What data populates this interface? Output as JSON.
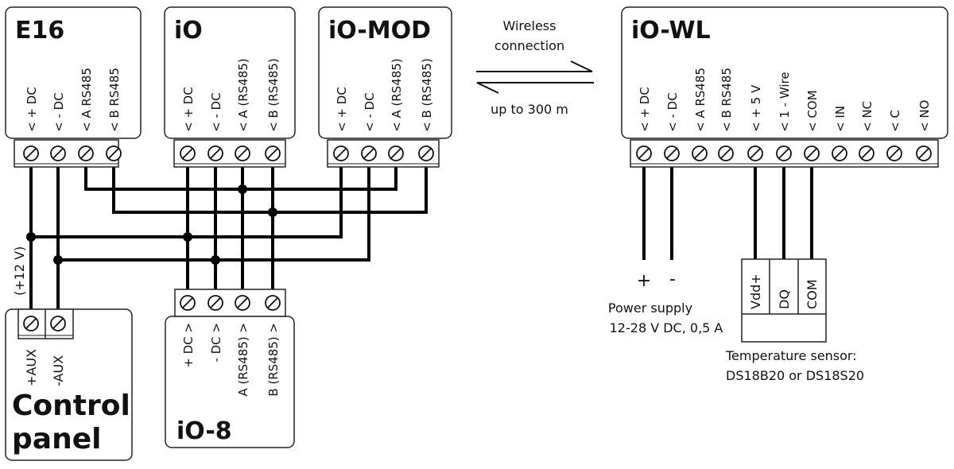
{
  "devices": [
    {
      "id": "e16",
      "title": "E16",
      "terminals": [
        "< + DC",
        "< - DC",
        "< A RS485",
        "< B RS485"
      ]
    },
    {
      "id": "io",
      "title": "iO",
      "terminals": [
        "< + DC",
        "< - DC",
        "< A (RS485)",
        "< B (RS485)"
      ]
    },
    {
      "id": "io-mod",
      "title": "iO-MOD",
      "terminals": [
        "< + DC",
        "< - DC",
        "< A (RS485)",
        "< B (RS485)"
      ]
    },
    {
      "id": "io-wl",
      "title": "iO-WL",
      "terminals": [
        "< + DC",
        "< - DC",
        "< A RS485",
        "< B RS485",
        "< + 5 V",
        "< 1 - Wire",
        "< COM",
        "< IN",
        "< NC",
        "< C",
        "< NO"
      ]
    },
    {
      "id": "io-8",
      "title": "iO-8",
      "terminals": [
        "+ DC >",
        "- DC >",
        "A (RS485) >",
        "B (RS485) >"
      ]
    }
  ],
  "control_panel": {
    "title_line1": "Control",
    "title_line2": "panel",
    "terminals": [
      "+AUX",
      "-AUX"
    ],
    "voltage": "(+12 V)"
  },
  "wireless": {
    "line1": "Wireless",
    "line2": "connection",
    "range": "up to 300 m"
  },
  "power_supply": {
    "plus": "+",
    "minus": "-",
    "line1": "Power supply",
    "line2": "12-28 V DC, 0,5 A"
  },
  "sensor": {
    "pins": [
      "Vdd+",
      "DQ",
      "COM"
    ],
    "line1": "Temperature sensor:",
    "line2": "DS18B20 or DS18S20"
  }
}
